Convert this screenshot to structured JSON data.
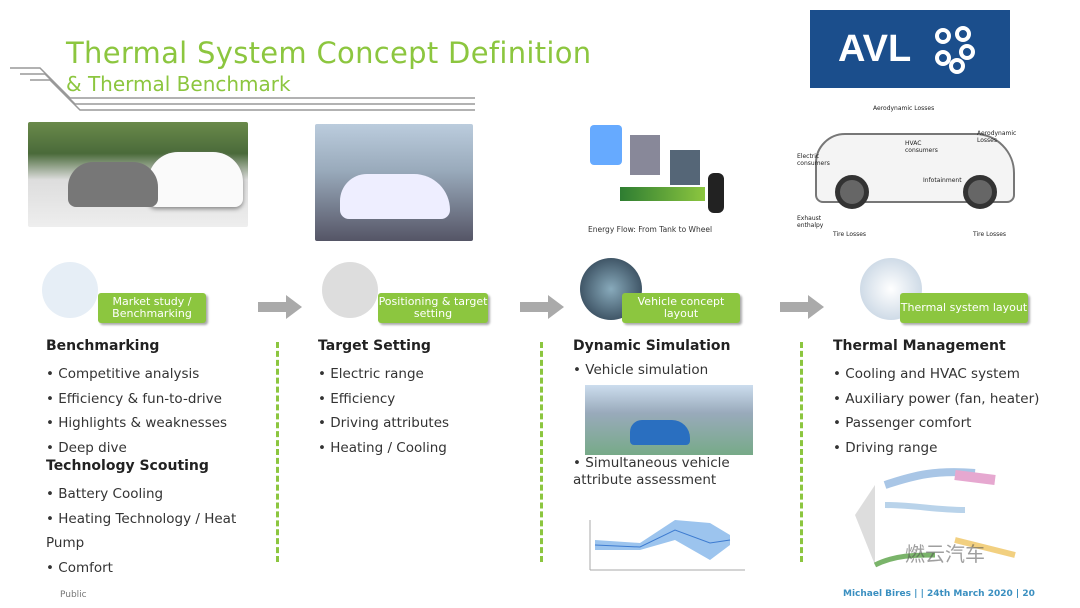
{
  "header": {
    "title": "Thermal System Concept Definition",
    "subtitle": "& Thermal Benchmark",
    "logo": "AVL"
  },
  "diagram_labels": {
    "energy_flow": "Energy Flow: From Tank to Wheel",
    "car": [
      "Aerodynamic Losses",
      "Aerodynamic Losses",
      "HVAC consumers",
      "Electric consumers",
      "Infotainment",
      "Exhaust enthalpy",
      "Tire Losses",
      "Tire Losses"
    ]
  },
  "columns": [
    {
      "pill": "Market study / Benchmarking",
      "heading": "Benchmarking",
      "items": [
        "Competitive analysis",
        "Efficiency & fun-to-drive",
        "Highlights & weaknesses",
        "Deep dive"
      ],
      "heading2": "Technology Scouting",
      "items2": [
        "Battery Cooling",
        "Heating Technology / Heat Pump",
        "Comfort"
      ]
    },
    {
      "pill": "Positioning & target setting",
      "heading": "Target Setting",
      "items": [
        "Electric range",
        "Efficiency",
        "Driving attributes",
        "Heating / Cooling"
      ]
    },
    {
      "pill": "Vehicle concept layout",
      "heading": "Dynamic Simulation",
      "items": [
        "Vehicle simulation",
        "Simultaneous vehicle attribute assessment"
      ]
    },
    {
      "pill": "Thermal system layout",
      "heading": "Thermal Management",
      "items": [
        "Cooling and HVAC system",
        "Auxiliary power (fan, heater)",
        "Passenger comfort",
        "Driving range"
      ]
    }
  ],
  "footer": {
    "classification": "Public",
    "author": "Michael Bires |  | 24th March 2020 |",
    "page": "20",
    "watermark": "燃云汽车"
  },
  "colors": {
    "accent": "#8cc63f",
    "logo_bg": "#1b4e8c"
  }
}
